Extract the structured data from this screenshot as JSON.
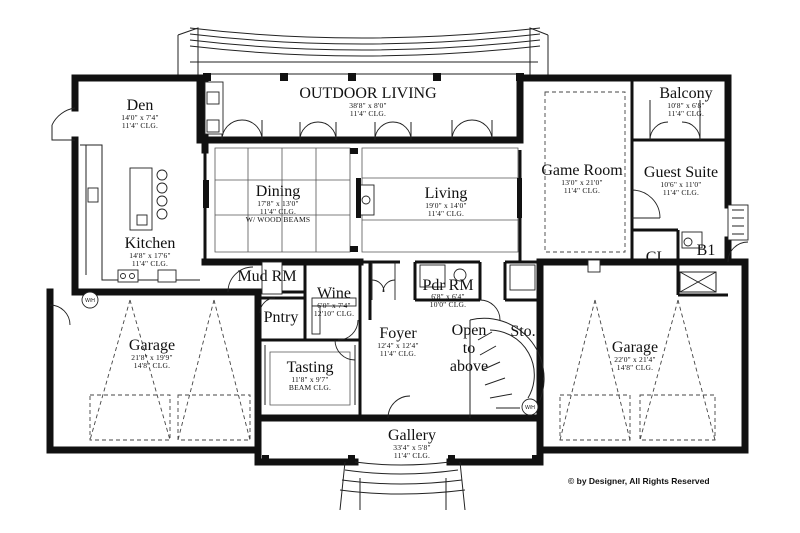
{
  "rooms": {
    "outdoor_living": {
      "name": "OUTDOOR LIVING",
      "size": "38'8\" x 8'0\"",
      "ceiling": "11'4\" CLG."
    },
    "den": {
      "name": "Den",
      "size": "14'0\" x 7'4\"",
      "ceiling": "11'4\" CLG."
    },
    "balcony": {
      "name": "Balcony",
      "size": "10'8\" x 6'8\"",
      "ceiling": "11'4\" CLG."
    },
    "game_room": {
      "name": "Game Room",
      "size": "13'0\" x 21'0\"",
      "ceiling": "11'4\" CLG."
    },
    "guest_suite": {
      "name": "Guest Suite",
      "size": "10'6\" x 11'0\"",
      "ceiling": "11'4\" CLG."
    },
    "dining": {
      "name": "Dining",
      "size": "17'8\" x 13'0\"",
      "ceiling": "11'4\" CLG.",
      "note": "W/ WOOD BEAMS"
    },
    "living": {
      "name": "Living",
      "size": "19'0\" x 14'0\"",
      "ceiling": "11'4\" CLG."
    },
    "kitchen": {
      "name": "Kitchen",
      "size": "14'8\" x 17'6\"",
      "ceiling": "11'4\" CLG."
    },
    "mud_rm": {
      "name": "Mud RM"
    },
    "wine": {
      "name": "Wine",
      "size": "6'0\" x 7'4\"",
      "ceiling": "12'10\" CLG."
    },
    "pdr_rm": {
      "name": "Pdr RM",
      "size": "6'8\" x 6'4\"",
      "ceiling": "10'0\" CLG."
    },
    "cl": {
      "name": "CL"
    },
    "b1": {
      "name": "B1"
    },
    "garage_left": {
      "name": "Garage",
      "size": "21'8\" x 19'9\"",
      "ceiling": "14'8\" CLG."
    },
    "pntry": {
      "name": "Pntry"
    },
    "foyer": {
      "name": "Foyer",
      "size": "12'4\" x 12'4\"",
      "ceiling": "11'4\" CLG."
    },
    "open_to_above": {
      "line1": "Open",
      "line2": "to",
      "line3": "above"
    },
    "storage": {
      "name": "Sto."
    },
    "garage_right": {
      "name": "Garage",
      "size": "22'0\" x 21'4\"",
      "ceiling": "14'8\" CLG."
    },
    "tasting": {
      "name": "Tasting",
      "size": "11'8\" x 9'7\"",
      "ceiling": "BEAM CLG."
    },
    "gallery": {
      "name": "Gallery",
      "size": "33'4\" x 5'8\"",
      "ceiling": "11'4\" CLG."
    }
  },
  "labels": {
    "water_heater_left": "W/H",
    "water_heater_right": "W/H"
  },
  "copyright": "© by Designer, All Rights Reserved",
  "icons": [
    "door-swing-icon",
    "stair-icon",
    "toilet-icon",
    "sink-icon",
    "column-icon"
  ]
}
